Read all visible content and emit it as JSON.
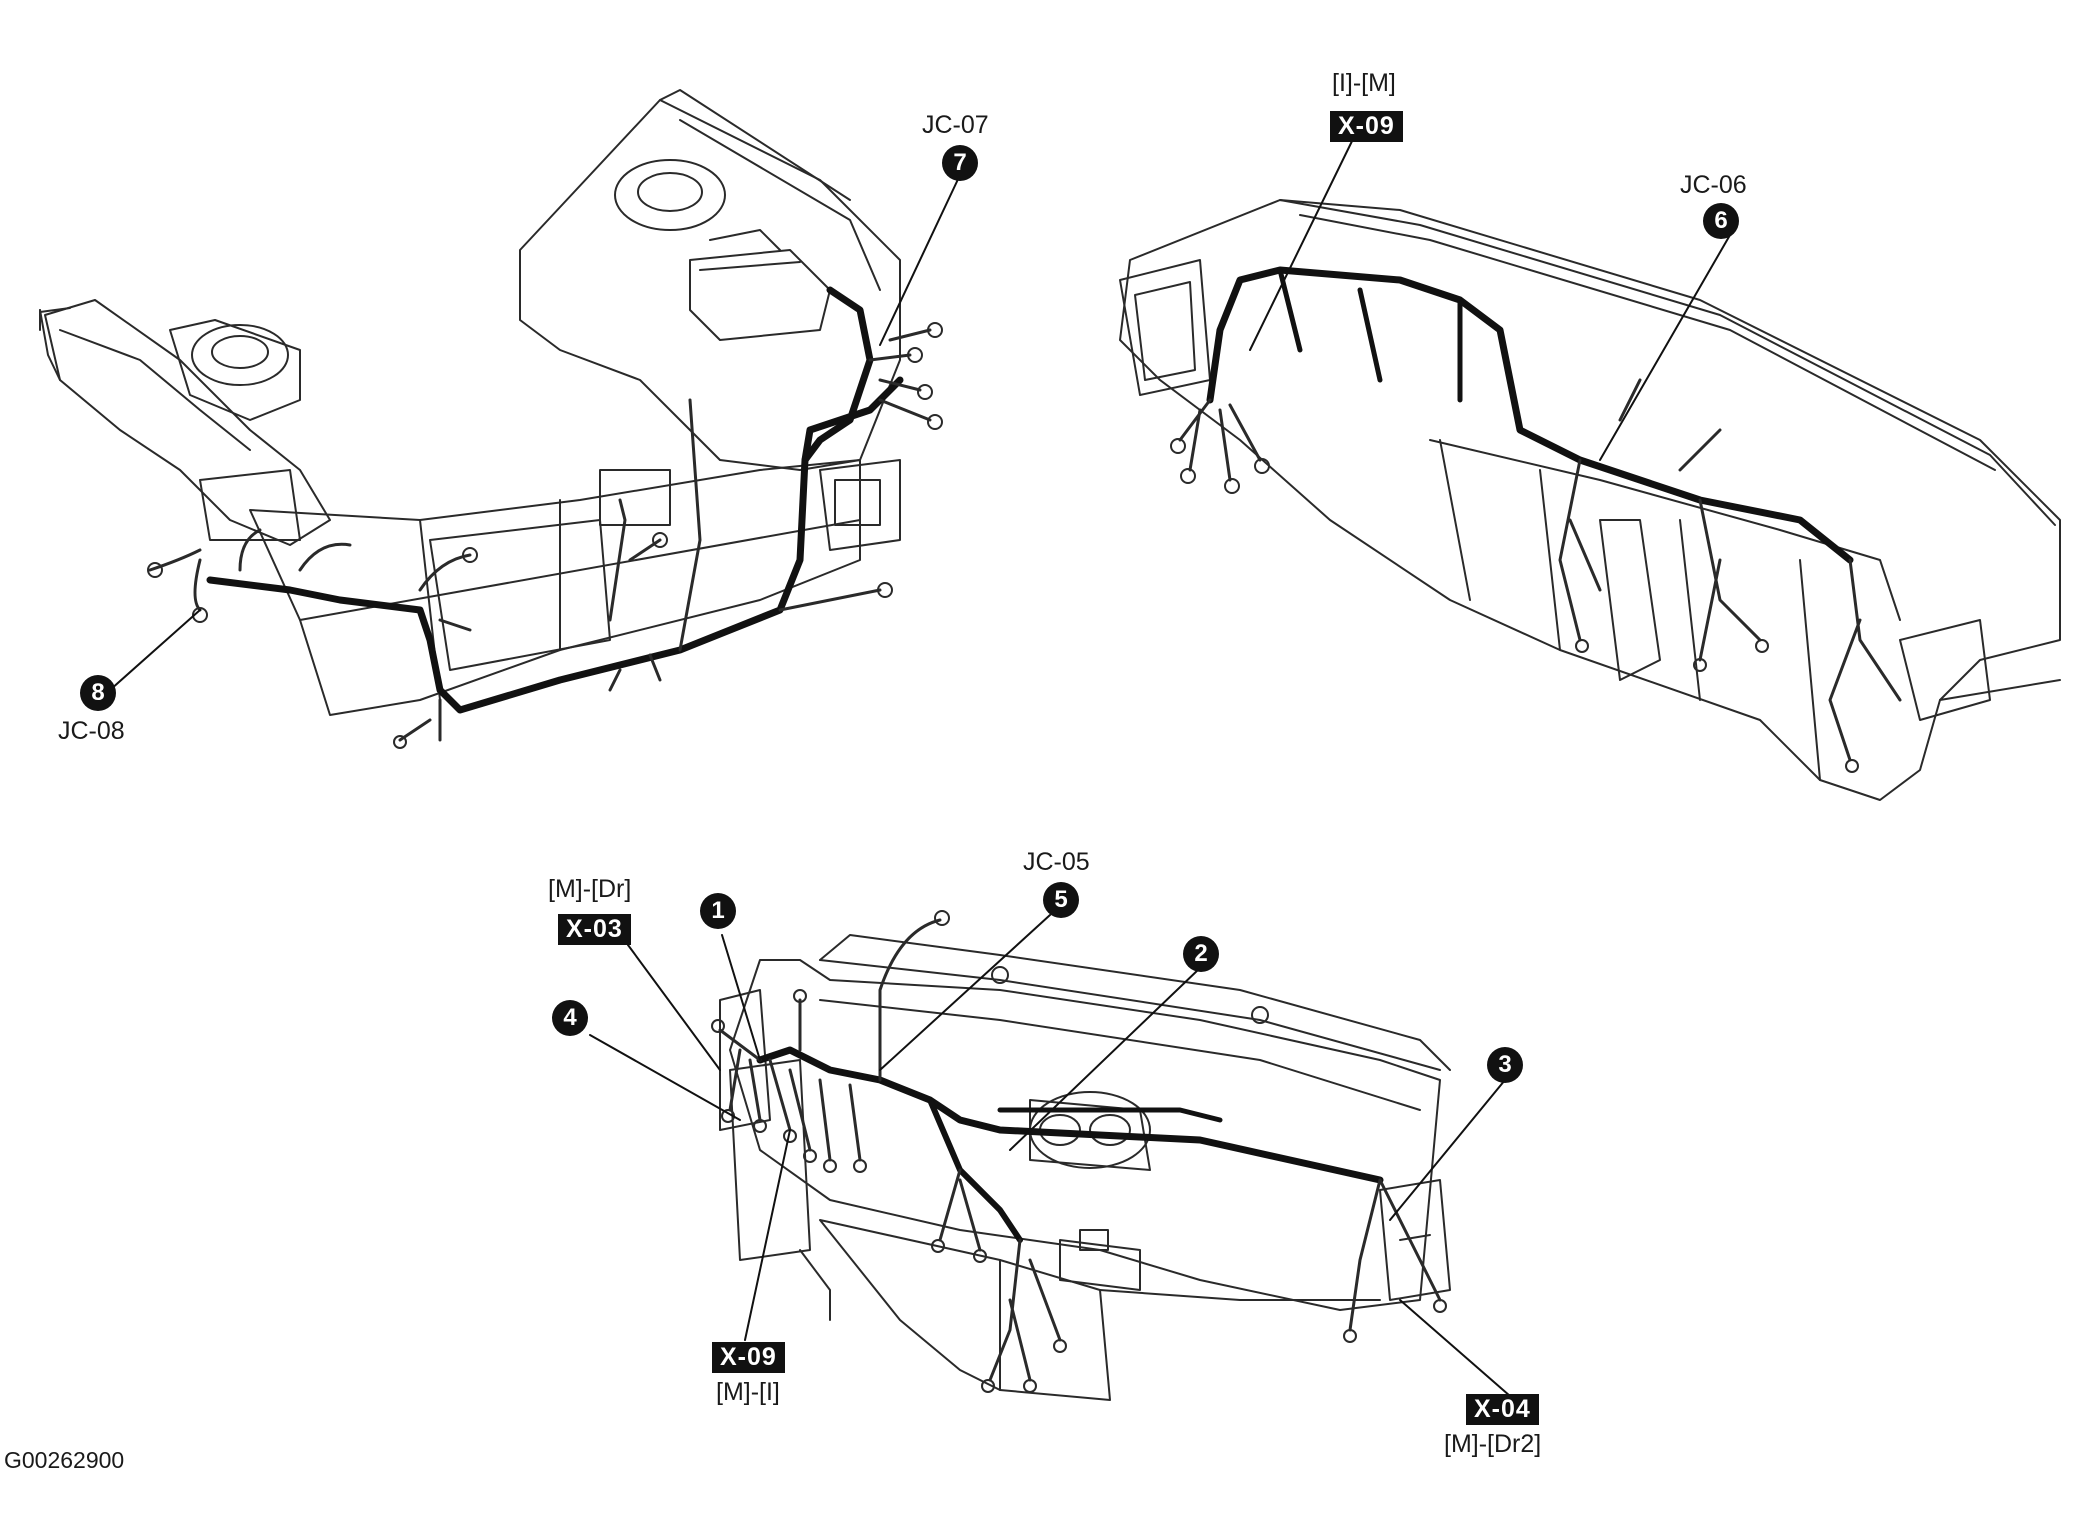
{
  "figure_id": "G00262900",
  "callouts": [
    {
      "id": "jc07",
      "code": "JC-07",
      "number": "7"
    },
    {
      "id": "jc08",
      "code": "JC-08",
      "number": "8"
    },
    {
      "id": "jc06",
      "code": "JC-06",
      "number": "6"
    },
    {
      "id": "jc05",
      "code": "JC-05",
      "number": "5"
    },
    {
      "id": "n1",
      "number": "1"
    },
    {
      "id": "n2",
      "number": "2"
    },
    {
      "id": "n3",
      "number": "3"
    },
    {
      "id": "n4",
      "number": "4"
    }
  ],
  "connectors": [
    {
      "id": "x09top",
      "tag": "X-09",
      "pair": "[I]-[M]"
    },
    {
      "id": "x03",
      "tag": "X-03",
      "pair": "[M]-[Dr]"
    },
    {
      "id": "x09bottom",
      "tag": "X-09",
      "pair": "[M]-[I]"
    },
    {
      "id": "x04",
      "tag": "X-04",
      "pair": "[M]-[Dr2]"
    }
  ],
  "colors": {
    "ink": "#111111",
    "line": "#2a2a2a",
    "paper": "#ffffff"
  }
}
